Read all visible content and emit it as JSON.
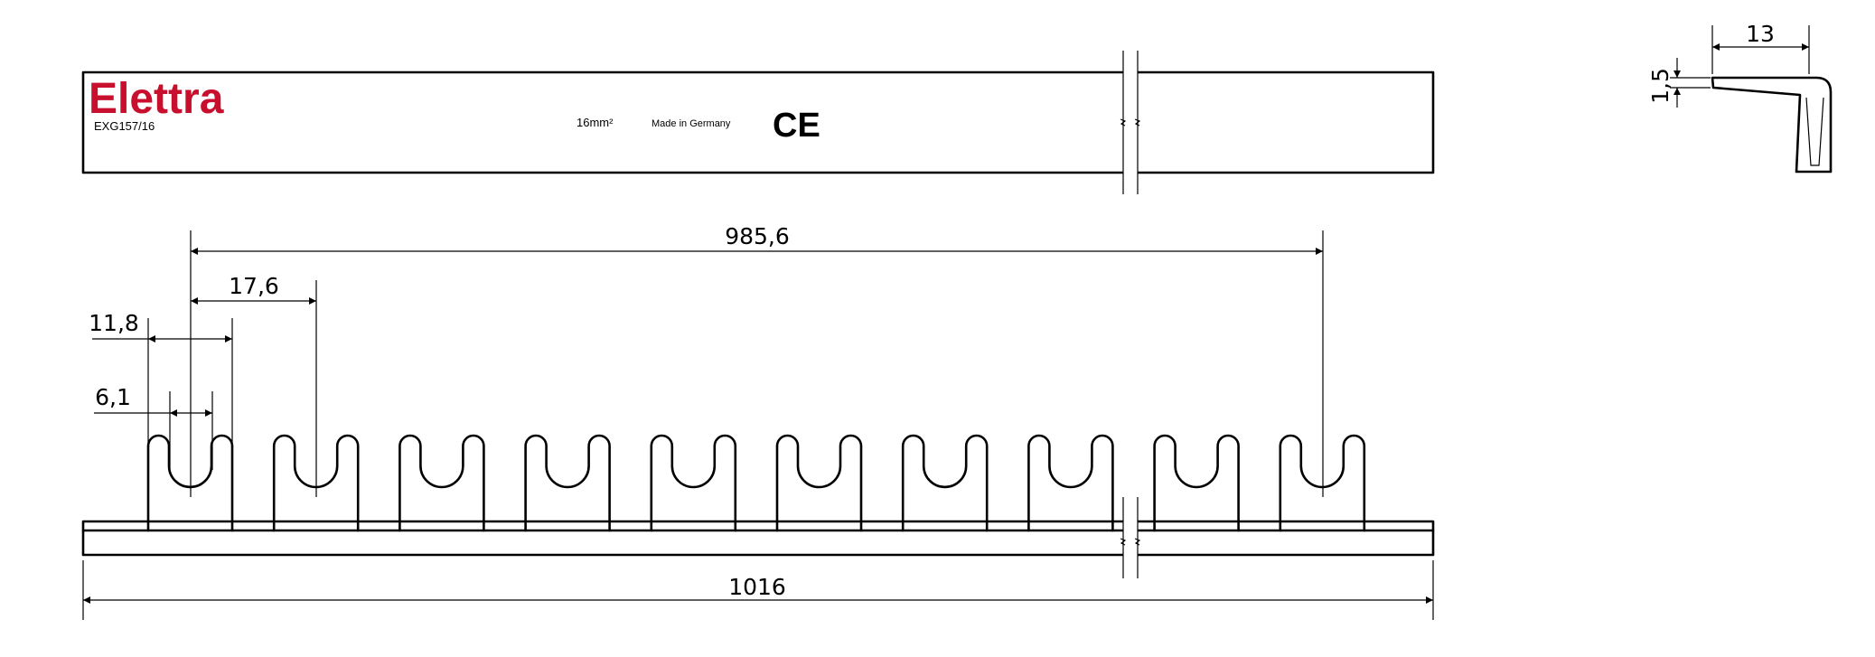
{
  "brand": {
    "name": "Elettra",
    "color": "#c8102e"
  },
  "label": {
    "model": "EXG157/16",
    "cross_section": "16mm²",
    "origin": "Made in Germany",
    "mark": "CE"
  },
  "dimensions": {
    "total_length": "1016",
    "outer_pin_span": "985,6",
    "pin_pitch": "17,6",
    "pin_width": "11,8",
    "slot_width": "6,1",
    "profile_width": "13",
    "profile_thickness": "1,5"
  },
  "pins_visible": 10
}
